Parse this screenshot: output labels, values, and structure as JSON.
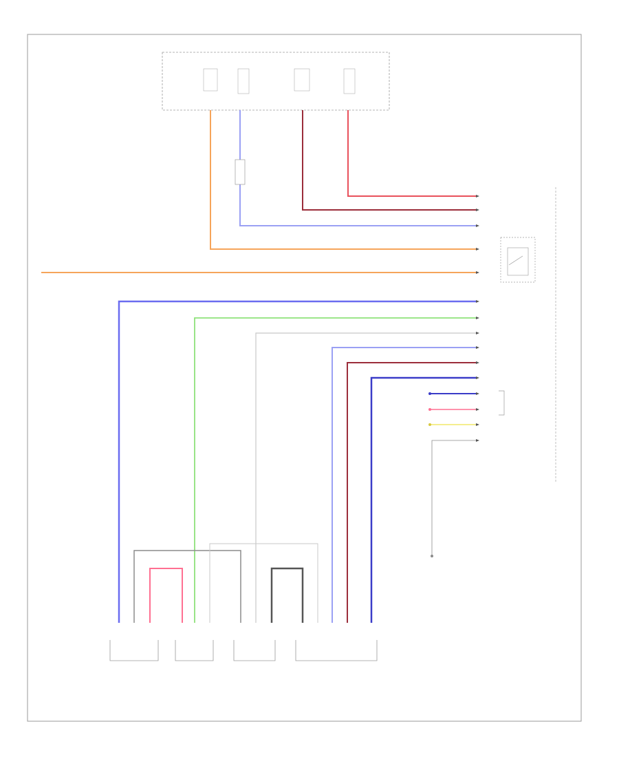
{
  "title": "",
  "colors": {
    "orange": "#f6a45a",
    "red": "#e8505b",
    "dark_red": "#9b2d3a",
    "blue": "#6a6cf0",
    "light_blue": "#9aa0f4",
    "green": "#8ee27a",
    "gray": "#8b8b8b",
    "light_gray": "#c8c8c8",
    "yellow": "#f1e86a",
    "pink": "#ff6f91",
    "dark_blue": "#3a3cc8",
    "border": "#9a9a9a"
  },
  "wires": [
    {
      "id": "w-orange-top",
      "color": "orange"
    },
    {
      "id": "w-red-top",
      "color": "red"
    },
    {
      "id": "w-darkred-top",
      "color": "dark_red"
    },
    {
      "id": "w-lightblue-top",
      "color": "light_blue"
    },
    {
      "id": "w-orange-long",
      "color": "orange"
    },
    {
      "id": "w-blue-left",
      "color": "blue"
    },
    {
      "id": "w-green",
      "color": "green"
    },
    {
      "id": "w-gray-thin",
      "color": "light_gray"
    },
    {
      "id": "w-lightblue-mid",
      "color": "light_blue"
    },
    {
      "id": "w-darkred-mid",
      "color": "dark_red"
    },
    {
      "id": "w-darkblue-mid",
      "color": "dark_blue"
    },
    {
      "id": "w-pink-bottom",
      "color": "pink"
    },
    {
      "id": "w-gray-bottom",
      "color": "gray"
    }
  ]
}
